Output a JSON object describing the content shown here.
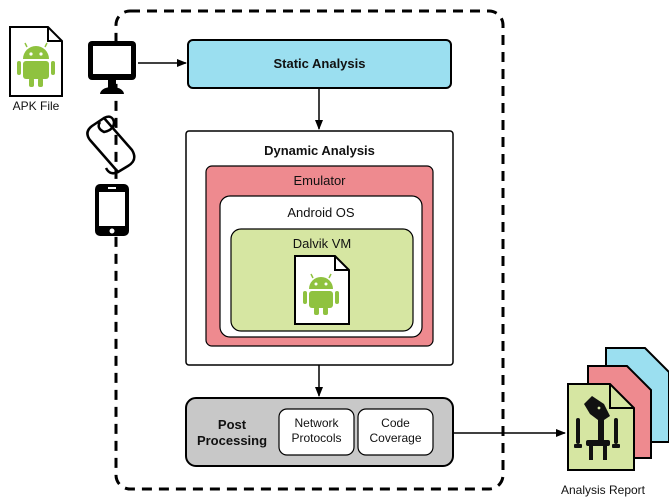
{
  "apk_label": "APK File",
  "static_analysis": "Static Analysis",
  "dynamic_analysis": "Dynamic Analysis",
  "emulator": "Emulator",
  "android_os": "Android OS",
  "dalvik_vm": "Dalvik VM",
  "post_processing": "Post\nProcessing",
  "network_protocols": "Network\nProtocols",
  "code_coverage": "Code\nCoverage",
  "report_label": "Analysis Report",
  "colors": {
    "static_fill": "#9bdff0",
    "emulator_fill": "#ee8a8f",
    "dalvik_fill": "#d6e6a2",
    "post_fill": "#c8c8c8",
    "android_green": "#8fc23f",
    "report_back": "#9bdff0",
    "report_middle": "#ee8a8f",
    "report_front": "#d6e6a2"
  },
  "icons": [
    "android-apk-icon",
    "monitor-icon",
    "scroll-icon",
    "smartphone-icon",
    "anubis-report-icon"
  ]
}
